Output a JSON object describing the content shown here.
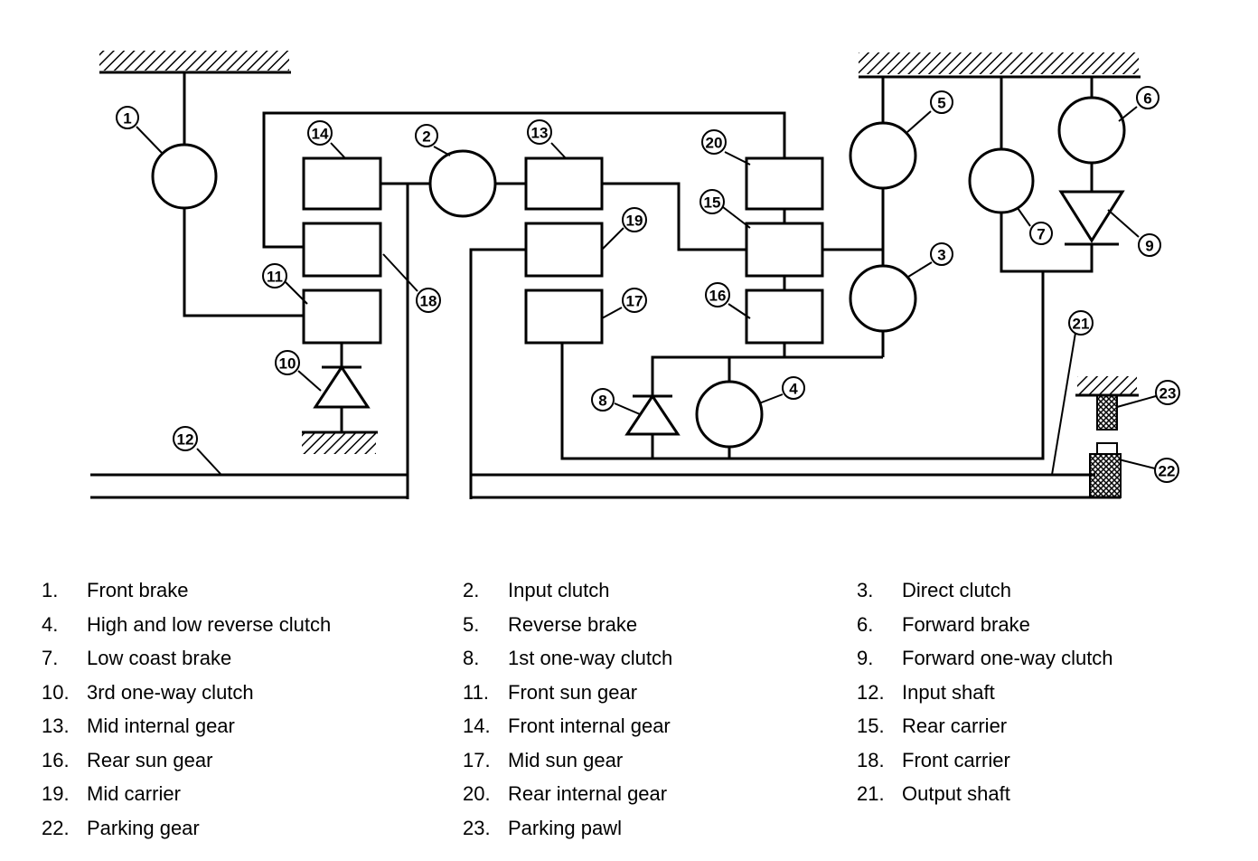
{
  "diagram": {
    "callouts": [
      "1",
      "2",
      "3",
      "4",
      "5",
      "6",
      "7",
      "8",
      "9",
      "10",
      "11",
      "12",
      "13",
      "14",
      "15",
      "16",
      "17",
      "18",
      "19",
      "20",
      "21",
      "22",
      "23"
    ]
  },
  "legend": [
    {
      "num": "1.",
      "label": "Front brake"
    },
    {
      "num": "2.",
      "label": "Input clutch"
    },
    {
      "num": "3.",
      "label": "Direct clutch"
    },
    {
      "num": "4.",
      "label": "High and low reverse clutch"
    },
    {
      "num": "5.",
      "label": "Reverse brake"
    },
    {
      "num": "6.",
      "label": "Forward brake"
    },
    {
      "num": "7.",
      "label": "Low coast brake"
    },
    {
      "num": "8.",
      "label": "1st one-way clutch"
    },
    {
      "num": "9.",
      "label": "Forward one-way clutch"
    },
    {
      "num": "10.",
      "label": "3rd one-way clutch"
    },
    {
      "num": "11.",
      "label": "Front sun gear"
    },
    {
      "num": "12.",
      "label": "Input shaft"
    },
    {
      "num": "13.",
      "label": "Mid internal gear"
    },
    {
      "num": "14.",
      "label": "Front internal gear"
    },
    {
      "num": "15.",
      "label": "Rear carrier"
    },
    {
      "num": "16.",
      "label": "Rear sun gear"
    },
    {
      "num": "17.",
      "label": "Mid sun gear"
    },
    {
      "num": "18.",
      "label": "Front carrier"
    },
    {
      "num": "19.",
      "label": "Mid carrier"
    },
    {
      "num": "20.",
      "label": "Rear internal gear"
    },
    {
      "num": "21.",
      "label": "Output shaft"
    },
    {
      "num": "22.",
      "label": "Parking gear"
    },
    {
      "num": "23.",
      "label": "Parking pawl"
    }
  ]
}
